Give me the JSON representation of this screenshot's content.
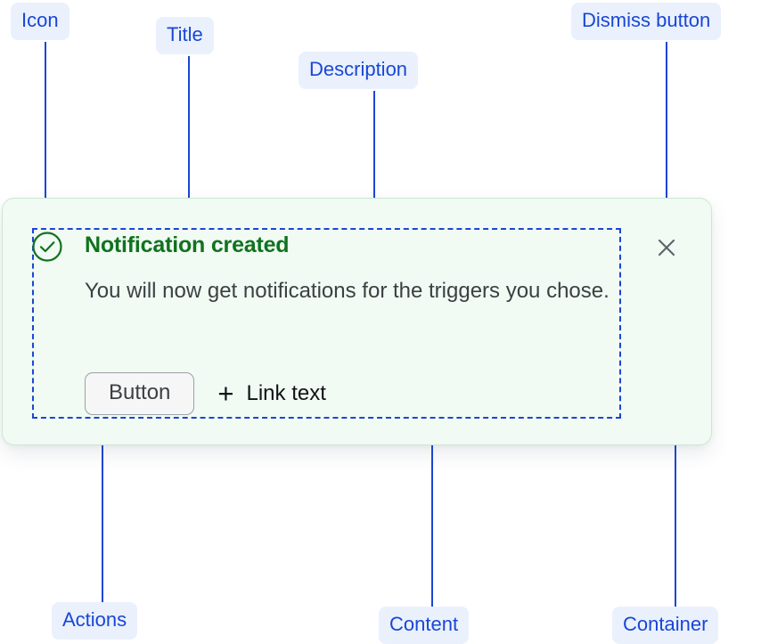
{
  "notification": {
    "title": "Notification created",
    "description": "You will now get notifications for the triggers you chose.",
    "status_icon": "check-circle-icon",
    "dismiss_icon": "close-icon",
    "actions": {
      "button_label": "Button",
      "link_label": "Link text",
      "link_icon": "plus-icon"
    },
    "colors": {
      "container_background": "#f1faf3",
      "container_border": "#cbe8d3",
      "title_text": "#11721f",
      "description_text": "#3c4043",
      "icon_green": "#11721f",
      "button_background": "#f6f6f6",
      "button_border": "#9aa0a6",
      "dismiss_icon": "#5f6368"
    }
  },
  "annotations": {
    "accent_color": "#1a46d4",
    "label_background": "#eaf1fd",
    "items": [
      {
        "id": "icon",
        "label": "Icon"
      },
      {
        "id": "title",
        "label": "Title"
      },
      {
        "id": "description",
        "label": "Description"
      },
      {
        "id": "dismiss-button",
        "label": "Dismiss button"
      },
      {
        "id": "actions",
        "label": "Actions"
      },
      {
        "id": "content",
        "label": "Content"
      },
      {
        "id": "container",
        "label": "Container"
      }
    ]
  }
}
